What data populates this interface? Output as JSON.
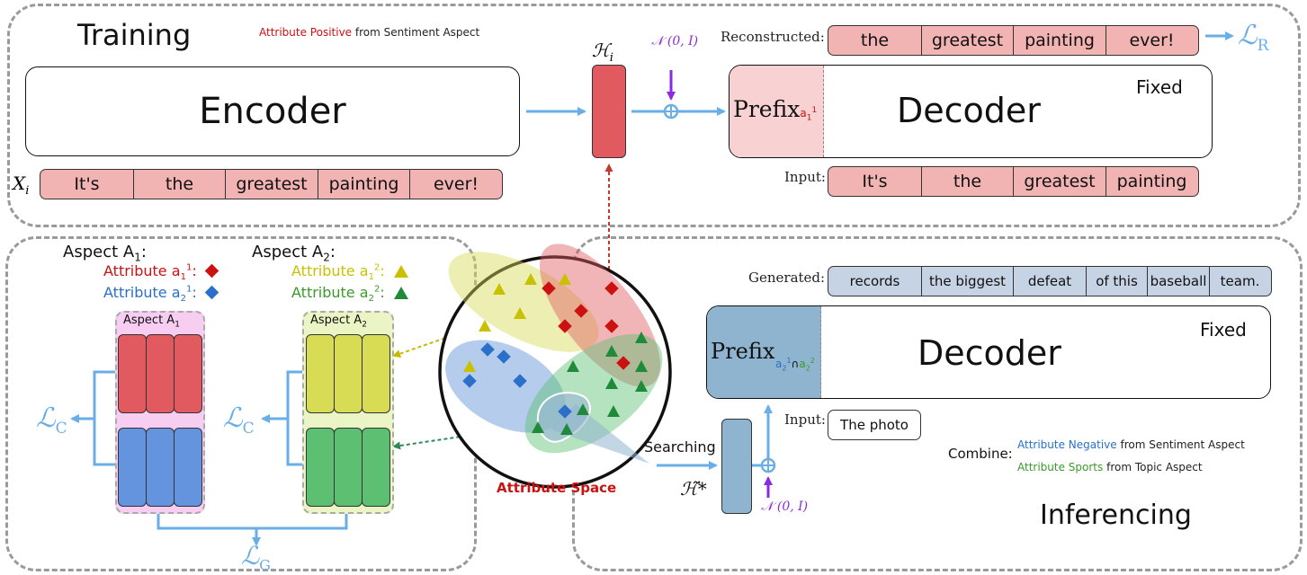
{
  "training": {
    "title": "Training",
    "attr_note_colored": "Attribute Positive",
    "attr_note_rest": " from Sentiment Aspect",
    "encoder_label": "Encoder",
    "hidden_label": "ℋ",
    "hidden_sub": "i",
    "noise_label": "𝒩 (0, I)",
    "input_var": "X",
    "input_var_sub": "i",
    "input_tokens": [
      "It's",
      "the",
      "greatest",
      "painting",
      "ever!"
    ],
    "reconstructed_label": "Reconstructed:",
    "reconstructed_tokens": [
      "the",
      "greatest",
      "painting",
      "ever!"
    ],
    "loss_r": "ℒ",
    "loss_r_sub": "R",
    "decoder_label": "Decoder",
    "fixed_label": "Fixed",
    "prefix_label": "Prefix",
    "prefix_sub": "a",
    "prefix_sub_idx": "1",
    "prefix_sup": "1",
    "dec_input_label": "Input:",
    "dec_input_tokens": [
      "It's",
      "the",
      "greatest",
      "painting"
    ]
  },
  "aspects": {
    "a1_title": "Aspect A",
    "a1_sub": "1",
    "a1_attr1": "Attribute",
    "a1_attr1_sym": "a",
    "a1_attr1_sub": "1",
    "a1_attr1_sup": "1",
    "a1_attr2": "Attribute",
    "a1_attr2_sym": "a",
    "a1_attr2_sub": "2",
    "a1_attr2_sup": "1",
    "a2_title": "Aspect A",
    "a2_sub": "2",
    "a2_attr1": "Attribute",
    "a2_attr1_sym": "a",
    "a2_attr1_sub": "1",
    "a2_attr1_sup": "2",
    "a2_attr2": "Attribute",
    "a2_attr2_sym": "a",
    "a2_attr2_sub": "2",
    "a2_attr2_sup": "2",
    "box1_label": "Aspect A",
    "box1_sub": "1",
    "box2_label": "Aspect A",
    "box2_sub": "2",
    "loss_c": "ℒ",
    "loss_c_sub": "C",
    "loss_g": "ℒ",
    "loss_g_sub": "G"
  },
  "attribute_space": {
    "label": "Attribute Space",
    "searching_label": "Searching",
    "h_star": "ℋ̃*"
  },
  "inference": {
    "title": "Inferencing",
    "generated_label": "Generated:",
    "generated_tokens": [
      "records",
      "the biggest",
      "defeat",
      "of this",
      "baseball",
      "team."
    ],
    "decoder_label": "Decoder",
    "fixed_label": "Fixed",
    "prefix_label": "Prefix",
    "prefix_sub1": "a",
    "prefix_sub1_idx": "2",
    "prefix_sub1_sup": "1",
    "prefix_cap": "∩",
    "prefix_sub2": "a",
    "prefix_sub2_idx": "2",
    "prefix_sub2_sup": "2",
    "input_label": "Input:",
    "input_text": "The photo",
    "combine_label": "Combine:",
    "combine_line1_colored": "Attribute Negative",
    "combine_line1_rest": " from Sentiment Aspect",
    "combine_line2_colored": "Attribute Sports",
    "combine_line2_rest": " from Topic Aspect",
    "noise_label": "𝒩 (0, I)"
  },
  "colors": {
    "red": "#e05a60",
    "red_text": "#cc1111",
    "blue": "#5b8ed8",
    "blue_text": "#2a6fc9",
    "yellow": "#d8dc55",
    "yellow_text": "#c9c000",
    "green": "#5cbf72",
    "green_text": "#3a9a2a",
    "arrow": "#6aaee8",
    "purple": "#8a2be2",
    "dash_border": "#9a9a9a"
  }
}
